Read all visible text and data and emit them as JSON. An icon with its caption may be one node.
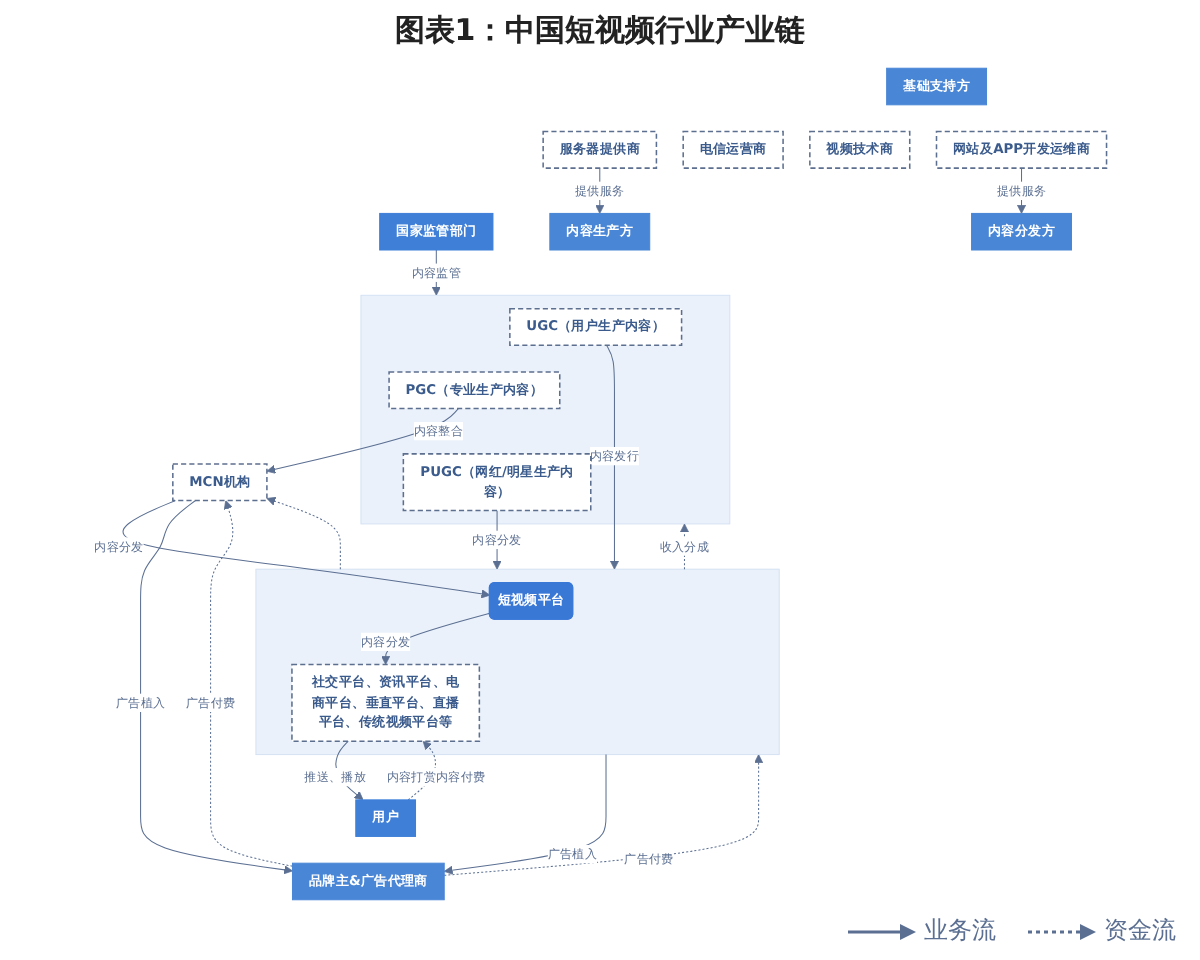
{
  "diagram": {
    "title": "图表1：中国短视频行业产业链",
    "nodes": [
      {
        "text": [
          "基础支持方"
        ]
      },
      {
        "text": [
          "服务器提供商"
        ]
      },
      {
        "text": [
          "电信运营商"
        ]
      },
      {
        "text": [
          "视频技术商"
        ]
      },
      {
        "text": [
          "网站及APP开发运维商"
        ]
      },
      {
        "text": [
          "国家监管部门"
        ]
      },
      {
        "text": [
          "内容生产方"
        ]
      },
      {
        "text": [
          "内容分发方"
        ]
      },
      {
        "text": [
          "用户"
        ]
      },
      {
        "text": [],
        "shape": "box"
      },
      {
        "text": [
          "UGC（用户生产内容）"
        ],
        "in": 9
      },
      {
        "text": [
          "PGC（专业生产内容）"
        ],
        "in": 9
      },
      {
        "text": [
          "PUGC（网红/明星生产内容）"
        ],
        "in": 9
      },
      {
        "text": [
          "MCN机构"
        ]
      },
      {
        "text": [],
        "shape": "box"
      },
      {
        "text": [
          "短视频平台"
        ],
        "in": 14
      },
      {
        "text": [
          "社交平台、资讯平台、电商平台、垂直平台、直播平台、传统视频平台等"
        ],
        "in": 14
      },
      {
        "text": [
          "品牌主&广告代理商"
        ]
      }
    ],
    "edges": [
      {
        "from": 1,
        "to": 6,
        "arrow": "to",
        "label": "提供服务"
      },
      {
        "from": 4,
        "to": 7,
        "arrow": "to",
        "label": "提供服务"
      },
      {
        "from": 10,
        "to": 14,
        "arrow": "to",
        "label": "内容发行"
      },
      {
        "from": 16,
        "to": 8,
        "arrow": "to",
        "label": "推送、播放"
      },
      {
        "from": 5,
        "to": 9,
        "arrow": "to",
        "label": "内容监管"
      },
      {
        "from": 11,
        "to": 13,
        "arrow": "to",
        "label": "内容整合"
      },
      {
        "from": 13,
        "to": 15,
        "arrow": "to",
        "label": "内容分发"
      },
      {
        "from": 15,
        "to": 16,
        "arrow": "to",
        "label": "内容分发"
      },
      {
        "from": 8,
        "to": 16,
        "arrow": "to",
        "label": "内容打赏内容付费",
        "style": "dashed"
      },
      {
        "from": 12,
        "to": 14,
        "arrow": "to",
        "label": "内容分发"
      },
      {
        "from": 14,
        "to": 9,
        "arrow": "to",
        "label": "收入分成",
        "style": "dashed"
      },
      {
        "from": 14,
        "to": 13,
        "arrow": "to",
        "style": "dashed"
      },
      {
        "from": 17,
        "to": 13,
        "arrow": "to",
        "label": "广告付费",
        "style": "dashed"
      },
      {
        "from": 13,
        "to": 17,
        "arrow": "to",
        "label": "广告植入"
      },
      {
        "from": 14,
        "to": 17,
        "arrow": "to",
        "label": "广告植入"
      },
      {
        "from": 17,
        "to": 14,
        "arrow": "to",
        "label": "广告付费",
        "style": "dashed"
      }
    ],
    "legend": [
      {
        "text": "业务流"
      },
      {
        "text": "资金流"
      }
    ]
  }
}
